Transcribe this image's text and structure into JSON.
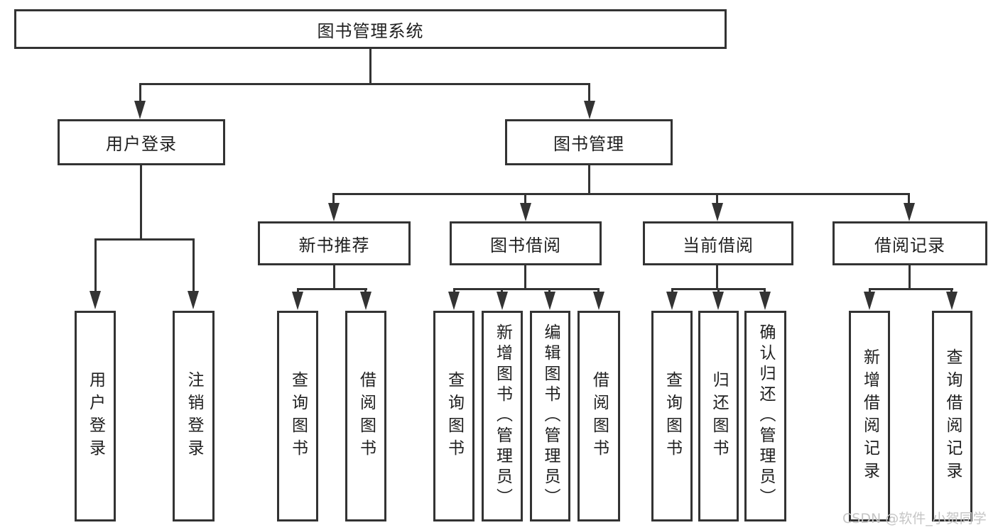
{
  "diagram": {
    "title": "图书管理系统",
    "watermark": "CSDN @软件_小贺同学",
    "colors": {
      "line": "#333333",
      "text": "#1f1f1f",
      "watermark": "#c5c5c5",
      "background": "#ffffff"
    },
    "nodes": {
      "root": {
        "label": "图书管理系统"
      },
      "level2": [
        {
          "label": "用户登录"
        },
        {
          "label": "图书管理"
        }
      ],
      "level3": [
        {
          "label": "新书推荐",
          "parent": "图书管理"
        },
        {
          "label": "图书借阅",
          "parent": "图书管理"
        },
        {
          "label": "当前借阅",
          "parent": "图书管理"
        },
        {
          "label": "借阅记录",
          "parent": "图书管理"
        }
      ],
      "leaves": [
        {
          "label": "用户登录",
          "parent": "用户登录"
        },
        {
          "label": "注销登录",
          "parent": "用户登录"
        },
        {
          "label": "查询图书",
          "parent": "新书推荐"
        },
        {
          "label": "借阅图书",
          "parent": "新书推荐"
        },
        {
          "label": "查询图书",
          "parent": "图书借阅"
        },
        {
          "label": "新增图书（管理员）",
          "parent": "图书借阅"
        },
        {
          "label": "编辑图书（管理员）",
          "parent": "图书借阅"
        },
        {
          "label": "借阅图书",
          "parent": "图书借阅"
        },
        {
          "label": "查询图书",
          "parent": "当前借阅"
        },
        {
          "label": "归还图书",
          "parent": "当前借阅"
        },
        {
          "label": "确认归还（管理员）",
          "parent": "当前借阅"
        },
        {
          "label": "新增借阅记录",
          "parent": "借阅记录"
        },
        {
          "label": "查询借阅记录",
          "parent": "借阅记录"
        }
      ]
    }
  }
}
